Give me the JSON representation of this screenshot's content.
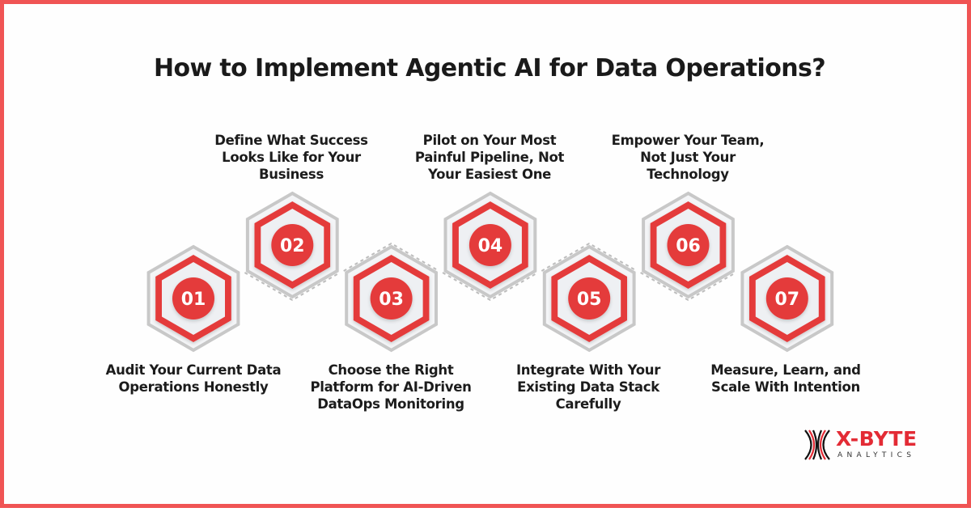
{
  "title": "How to Implement Agentic AI for Data Operations?",
  "colors": {
    "border": "#f05454",
    "accent": "#e43a3a",
    "hex_outline": "#c8c8c8",
    "hex_fill": "#eef0f3",
    "text": "#1c1c1c"
  },
  "steps": [
    {
      "number": "01",
      "label": "Audit Your Current Data Operations Honestly",
      "position": "lower"
    },
    {
      "number": "02",
      "label": "Define What Success Looks Like for Your Business",
      "position": "upper"
    },
    {
      "number": "03",
      "label": "Choose the Right Platform for AI-Driven DataOps Monitoring",
      "position": "lower"
    },
    {
      "number": "04",
      "label": "Pilot on Your Most Painful Pipeline, Not Your Easiest One",
      "position": "upper"
    },
    {
      "number": "05",
      "label": "Integrate With Your Existing Data Stack Carefully",
      "position": "lower"
    },
    {
      "number": "06",
      "label": "Empower Your Team, Not Just Your Technology",
      "position": "upper"
    },
    {
      "number": "07",
      "label": "Measure, Learn, and Scale With Intention",
      "position": "lower"
    }
  ],
  "logo": {
    "name": "X-BYTE",
    "sub": "ANALYTICS"
  }
}
